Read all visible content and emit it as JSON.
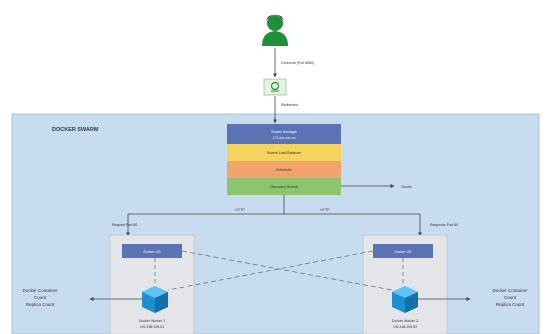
{
  "title": "DOCKER SWARM",
  "user": {
    "edge_label": "Connects (Port 8080)"
  },
  "proxy": {
    "edge_label": "Redirected"
  },
  "manager_stack": {
    "layers": [
      {
        "label": "Swarm Manager 172.xxx.xxx.xx",
        "color": "#5b73b4"
      },
      {
        "label": "Swarm Load Balancer",
        "color": "#f4d35e"
      },
      {
        "label": "Scheduler",
        "color": "#f2a36b"
      },
      {
        "label": "Discovery Module",
        "color": "#8cc56e"
      }
    ],
    "side_label": "Cluster"
  },
  "links": {
    "left_protocol": "HTTP",
    "right_protocol": "HTTP",
    "left_port": "Request Port 80",
    "right_port": "Response Port 80"
  },
  "workers": [
    {
      "service": "Docker UD",
      "node": "Docker Worker 1",
      "ip": "192.168.155.51"
    },
    {
      "service": "Docker UD",
      "node": "Docker Worker 2",
      "ip": "192.168.155.52"
    }
  ],
  "containers": [
    {
      "title": "Docker Container",
      "line2": "Count",
      "line3": "Replica Count"
    },
    {
      "title": "Docker Container",
      "line2": "Count",
      "line3": "Replica Count"
    }
  ],
  "colors": {
    "swarm_bg": "#c7dcef",
    "worker_bg": "#e3e5e9",
    "service_box": "#5b73b4",
    "user_green": "#1f8f3a",
    "cube_blue": "#1f8fd0"
  }
}
